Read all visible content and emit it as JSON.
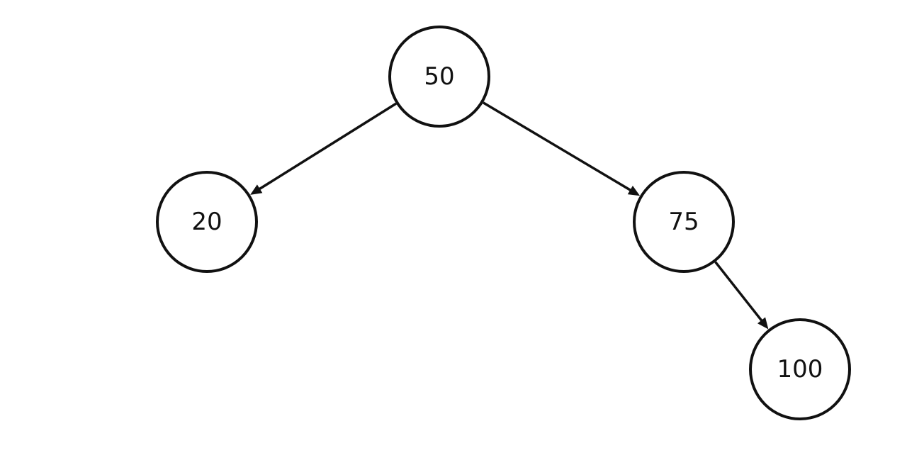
{
  "tree": {
    "nodes": [
      {
        "id": "n50",
        "label": "50"
      },
      {
        "id": "n20",
        "label": "20"
      },
      {
        "id": "n75",
        "label": "75"
      },
      {
        "id": "n100",
        "label": "100"
      }
    ],
    "edges": [
      {
        "from": "n50",
        "to": "n20"
      },
      {
        "from": "n50",
        "to": "n75"
      },
      {
        "from": "n75",
        "to": "n100"
      }
    ]
  }
}
